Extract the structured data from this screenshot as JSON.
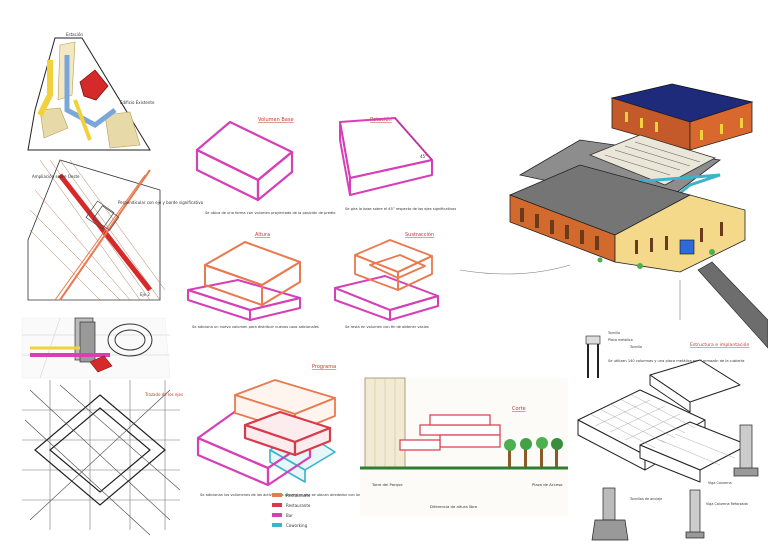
{
  "site_plan": {
    "label_top": "Estación",
    "label_right": "Edificio Existente"
  },
  "axes_sketch": {
    "label_left": "Ampliación sobre Oeste",
    "label_right": "Perpendicular con eje y borde significativo",
    "label_bottom": "Eje 2"
  },
  "massing_1": {
    "title": "Volumen Base",
    "caption": "Se ubica de una forma con volumen proyectado de la posición de predio"
  },
  "massing_2": {
    "title": "Rotación",
    "caption": "Se gira la base sobre el 45° respecto de los ejes significativos",
    "angle": "45°"
  },
  "massing_3": {
    "title": "Altura",
    "caption": "Se adiciona un nuevo volumen para distribuir nuevos usos adicionales"
  },
  "massing_4": {
    "title": "Sustracción",
    "caption": "Se resta en volumen con fin de obtener vacíos"
  },
  "grid_sketch": {
    "label": "Trazado de los ejes"
  },
  "program": {
    "title": "Programa",
    "caption": "Se adicionan los volúmenes de las actividades generales que se ubican alrededor con los ejes y límites establecidos",
    "legend": [
      {
        "label": "Restaurante",
        "color": "#e87a50"
      },
      {
        "label": "Restaurante",
        "color": "#d93a4a"
      },
      {
        "label": "Bar",
        "color": "#d63fb6"
      },
      {
        "label": "Coworking",
        "color": "#3bb3c9"
      }
    ]
  },
  "section": {
    "title": "Corte",
    "label_left": "Torre del Parque",
    "label_center": "Diferencia de altura libre",
    "label_right": "Plaza de Acceso"
  },
  "structure": {
    "title": "Estructura e implantación",
    "note": "Se utilizan 140 columnas y una placa metálica en el armazón de la cubierta",
    "label_top1": "Tornillo",
    "label_top2": "Placa metálica",
    "label_top3": "Tornillo",
    "label_column1": "Tornillos de anclaje",
    "label_column2": "Viga Columna",
    "label_column3": "Viga Columna Reforzada"
  },
  "colors": {
    "magenta": "#d63fb6",
    "orange": "#e87a50",
    "red": "#d93a4a",
    "teal": "#3bb3c9",
    "yellow": "#f2d23c",
    "navy": "#1e2a7a"
  }
}
